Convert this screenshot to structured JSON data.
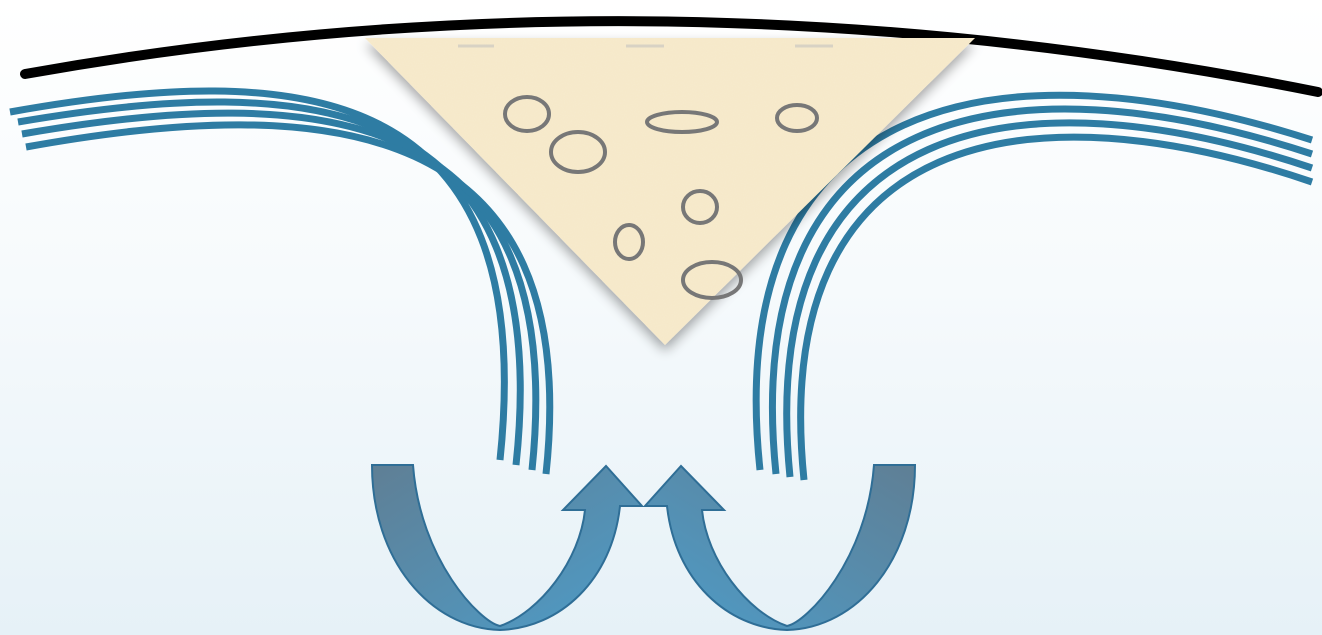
{
  "diagram": {
    "background_top": "#ffffff",
    "background_bottom": "#e6f1f7",
    "surface_line_color": "#000000",
    "flow_line_color": "#2e7ca3",
    "wedge_fill": "#f6e8c8",
    "inclusion_stroke": "#777777",
    "arrow_fill_dark": "#5f7f95",
    "arrow_fill_light": "#4d9cc8",
    "arrow_stroke": "#2f6e96",
    "icons": [
      "surface-curve",
      "flow-lines-left",
      "flow-lines-right",
      "triangular-wedge",
      "inclusion-ellipse",
      "curved-up-arrow"
    ]
  }
}
